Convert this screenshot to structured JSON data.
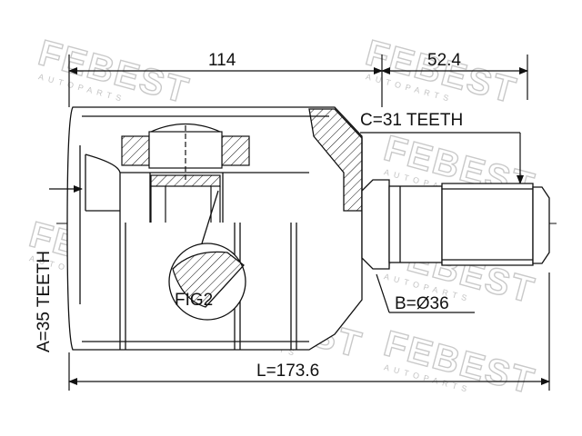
{
  "labels": {
    "dim_length_inner": "114",
    "dim_length_outer": "52.4",
    "spline_outer": "C=31 TEETH",
    "spline_inner": "A=35 TEETH",
    "shaft_diameter": "B=Ø36",
    "total_length": "L=173.6",
    "detail_callout": "FIG2"
  },
  "watermark": {
    "brand": "FEBEST",
    "subtitle": "AUTOPARTS"
  },
  "colors": {
    "line": "#111111",
    "watermark": "#c9c9c9"
  }
}
